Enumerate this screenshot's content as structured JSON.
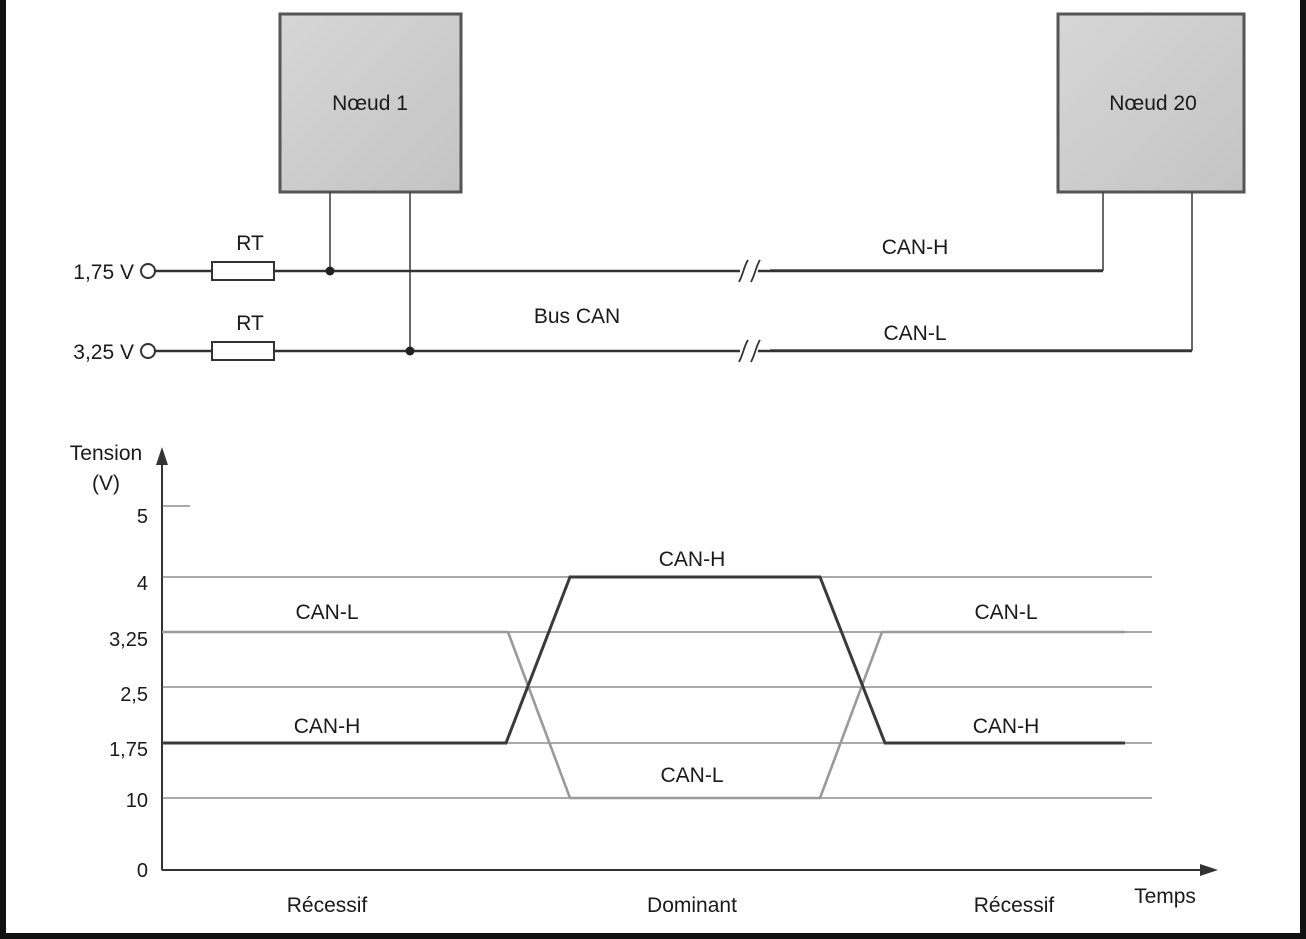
{
  "circuit": {
    "node1": "Nœud 1",
    "node20": "Nœud 20",
    "term_high": "1,75 V",
    "term_low": "3,25 V",
    "rt_top": "RT",
    "rt_bottom": "RT",
    "can_h": "CAN-H",
    "can_l": "CAN-L",
    "bus": "Bus CAN"
  },
  "timing": {
    "y_axis_title_1": "Tension",
    "y_axis_title_2": "(V)",
    "y_ticks": [
      "5",
      "4",
      "3,25",
      "2,5",
      "1,75",
      "10",
      "0"
    ],
    "x_axis_title": "Temps",
    "phases": [
      "Récessif",
      "Dominant",
      "Récessif"
    ],
    "labels": {
      "canl_recessive_left": "CAN-L",
      "canh_recessive_left": "CAN-H",
      "canh_dominant": "CAN-H",
      "canl_dominant": "CAN-L",
      "canl_recessive_right": "CAN-L",
      "canh_recessive_right": "CAN-H"
    }
  }
}
